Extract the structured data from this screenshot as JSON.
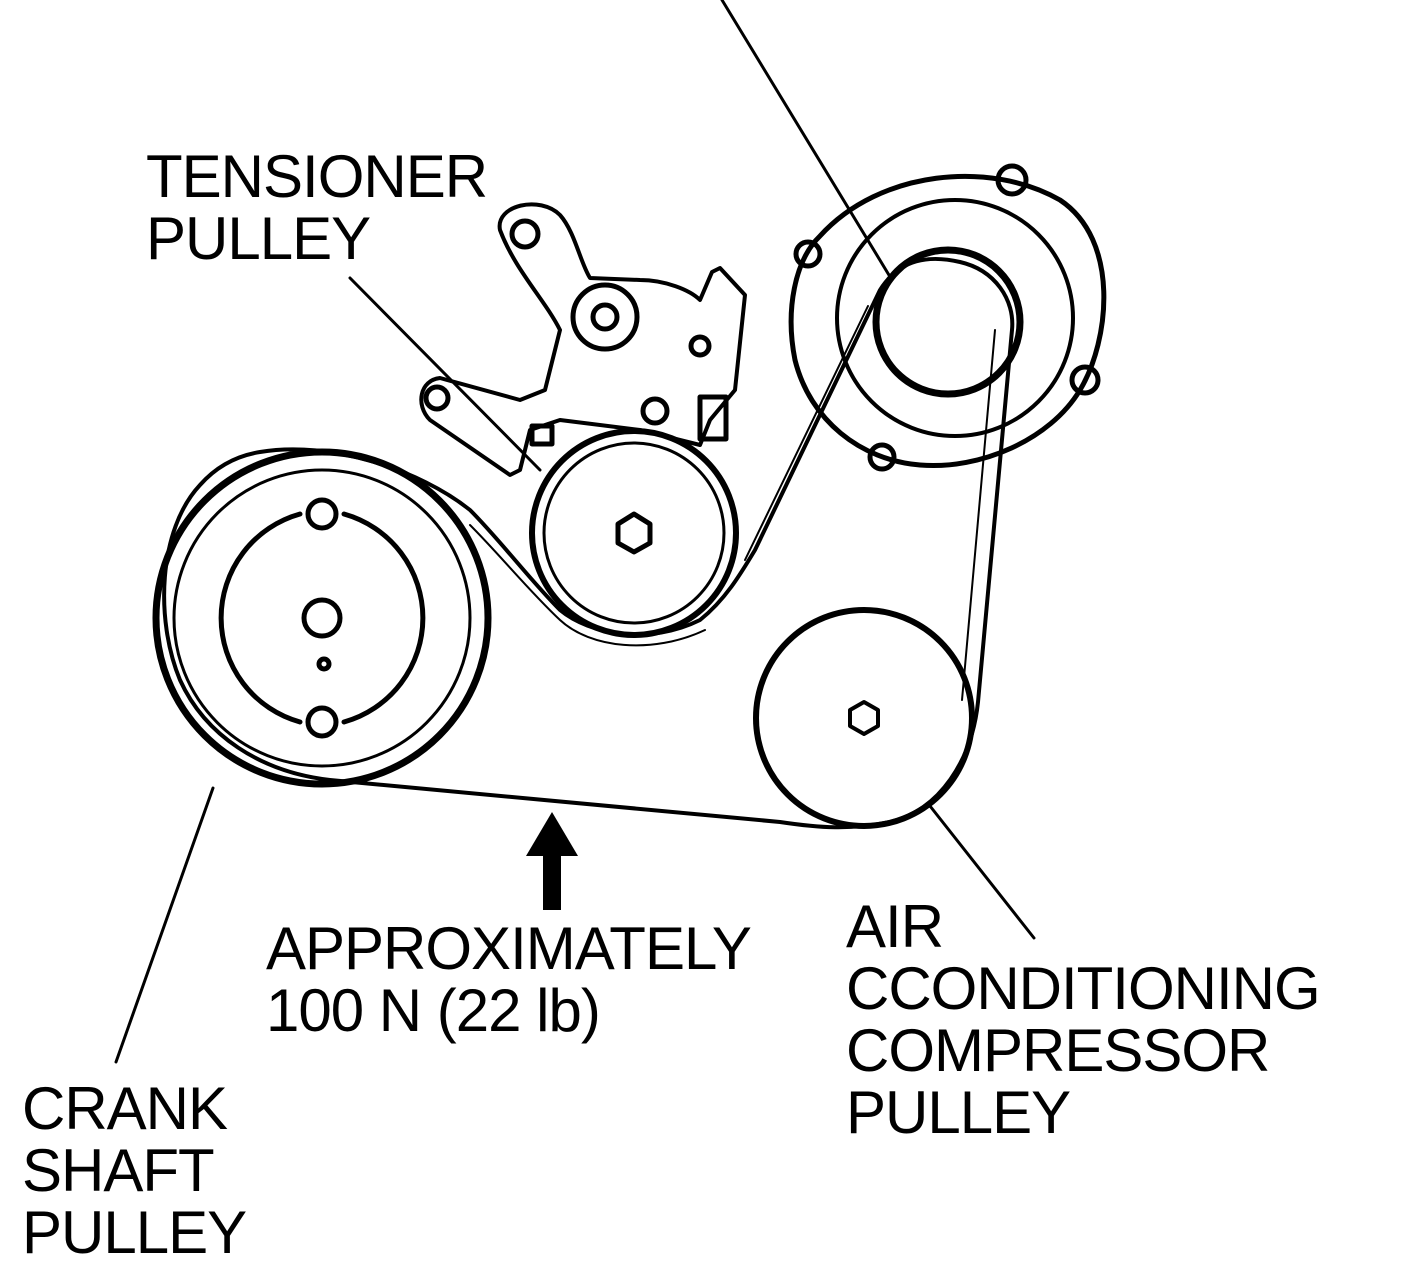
{
  "labels": {
    "tensioner": [
      "TENSIONER",
      "PULLEY"
    ],
    "approx": [
      "APPROXIMATELY",
      "100 N (22 lb)"
    ],
    "ac_compressor": [
      "AIR",
      "CCONDITIONING",
      "COMPRESSOR",
      "PULLEY"
    ],
    "crankshaft": [
      "CRANK",
      "SHAFT",
      "PULLEY"
    ]
  },
  "colors": {
    "ink": "#000000",
    "paper": "#ffffff"
  }
}
